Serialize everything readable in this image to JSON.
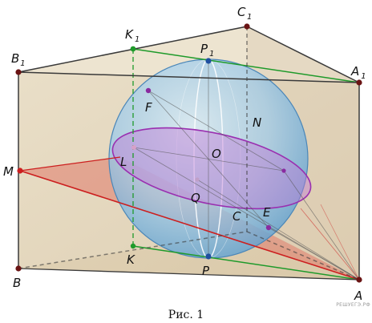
{
  "figure": {
    "caption": "Рис. 1",
    "watermark": "РЕШУЕГЭ.РФ"
  },
  "points": [
    {
      "id": "B1",
      "base": "B",
      "sub": "1"
    },
    {
      "id": "C1",
      "base": "C",
      "sub": "1"
    },
    {
      "id": "K1",
      "base": "K",
      "sub": "1"
    },
    {
      "id": "P1",
      "base": "P",
      "sub": "1"
    },
    {
      "id": "A1",
      "base": "A",
      "sub": "1"
    },
    {
      "id": "M",
      "base": "M",
      "sub": ""
    },
    {
      "id": "F",
      "base": "F",
      "sub": ""
    },
    {
      "id": "N",
      "base": "N",
      "sub": ""
    },
    {
      "id": "O",
      "base": "O",
      "sub": ""
    },
    {
      "id": "L",
      "base": "L",
      "sub": ""
    },
    {
      "id": "Q",
      "base": "Q",
      "sub": ""
    },
    {
      "id": "C",
      "base": "C",
      "sub": ""
    },
    {
      "id": "E",
      "base": "E",
      "sub": ""
    },
    {
      "id": "K",
      "base": "K",
      "sub": ""
    },
    {
      "id": "P",
      "base": "P",
      "sub": ""
    },
    {
      "id": "B",
      "base": "B",
      "sub": ""
    },
    {
      "id": "A",
      "base": "A",
      "sub": ""
    }
  ],
  "colors": {
    "prism_fill": "#d9c7a6",
    "prism_edge": "#3a3a3a",
    "sphere_fill": "#8fc3e6",
    "section_fill": "#c07ad6",
    "section_edge": "#9a2fb0",
    "plane_fill": "#e07a6a",
    "plane_edge": "#cc1f1f",
    "green_line": "#1e9a2a",
    "point_dark": "#7a1010",
    "point_blue": "#1f4fa0"
  }
}
